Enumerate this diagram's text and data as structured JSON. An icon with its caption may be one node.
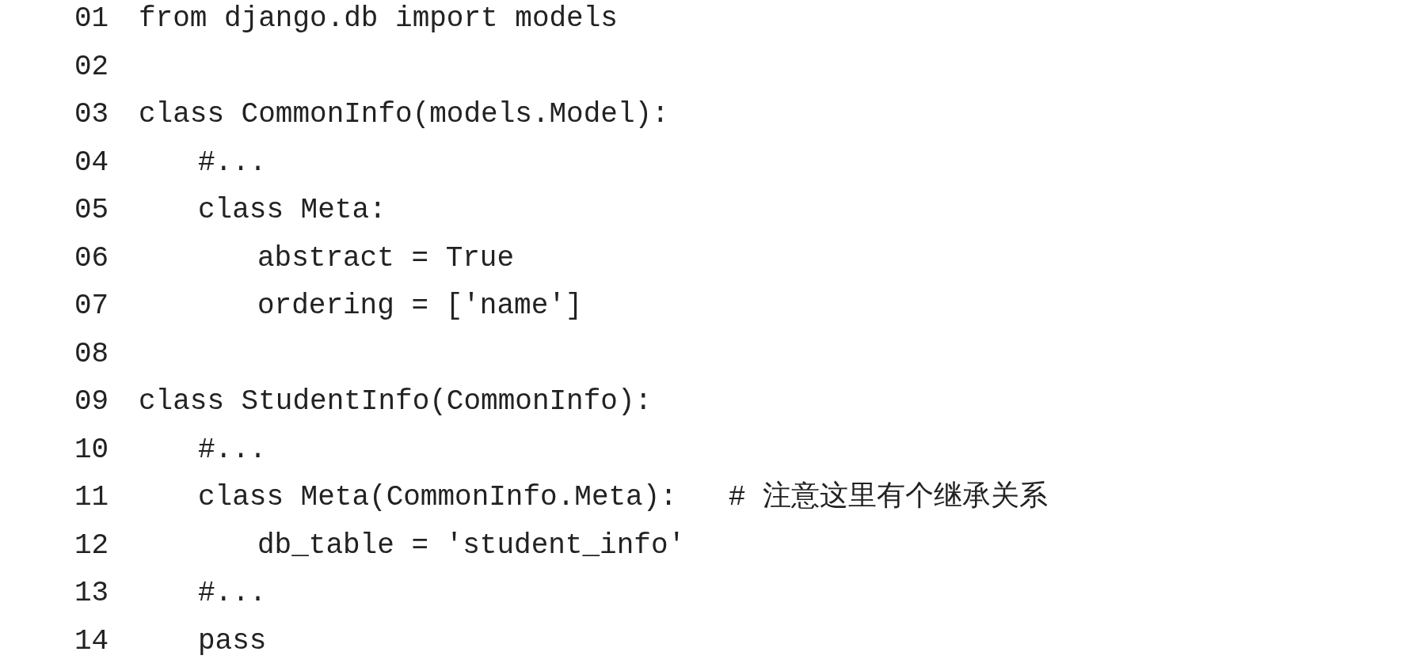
{
  "diagram": {
    "labels": [
      "01",
      "from django.db import models",
      "02",
      "03",
      "class CommonInfo(models.Model):",
      "04",
      "#...",
      "05",
      "class Meta:",
      "06",
      "abstract = True",
      "07",
      "ordering = ['name']",
      "08",
      "09",
      "class StudentInfo(CommonInfo):",
      "10",
      "#...",
      "11",
      "class Meta(CommonInfo.Meta):   # 注意这里有个继承关系",
      "12",
      "db_table = 'student_info'",
      "13",
      "#...",
      "14",
      "pass"
    ]
  }
}
